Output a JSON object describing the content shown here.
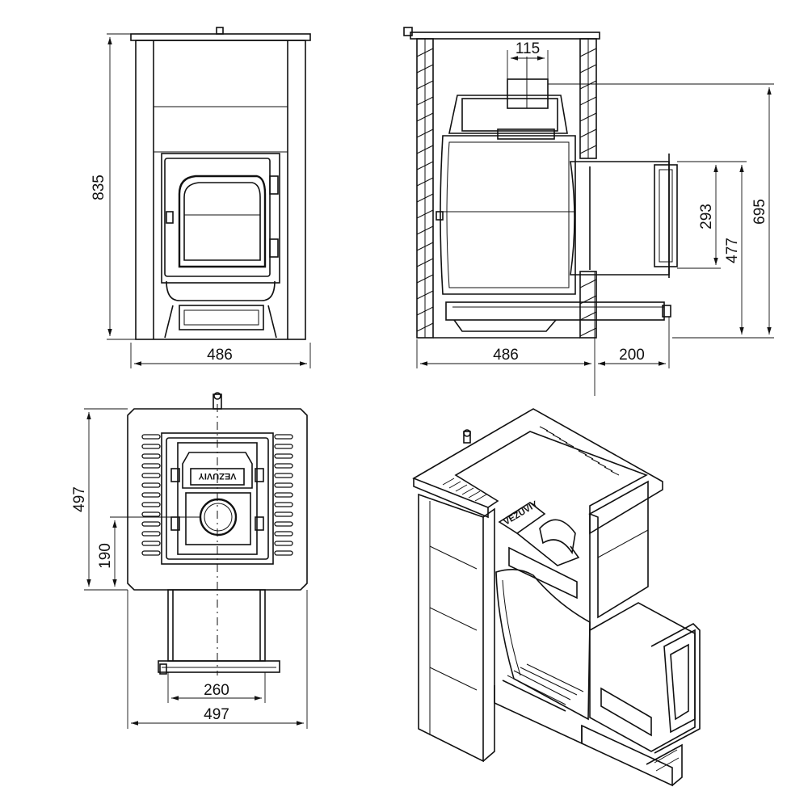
{
  "dimensions": {
    "front_height": "835",
    "front_width": "486",
    "side_flue": "115",
    "side_door_height": "293",
    "side_tunnel_height": "477",
    "side_total_height": "695",
    "side_body_width": "486",
    "side_tunnel_length": "200",
    "top_depth": "497",
    "top_offset": "190",
    "top_tunnel_width": "260",
    "top_width": "497"
  },
  "brand": {
    "top_view_logo": "VEZUVIY",
    "iso_view_logo": "VEZUVIY"
  }
}
